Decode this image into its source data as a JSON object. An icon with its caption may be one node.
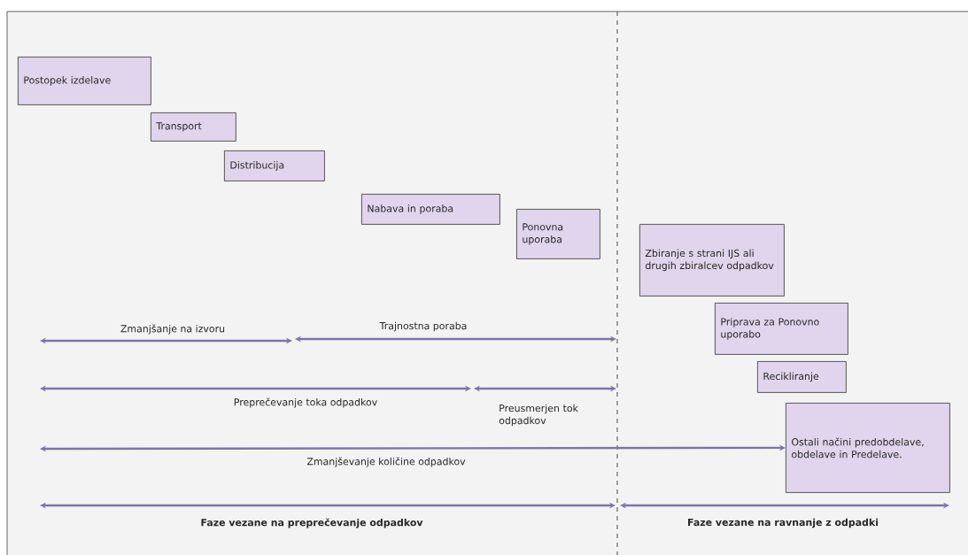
{
  "diagram": {
    "nodes": [
      {
        "text": [
          "Postopek izdelave"
        ]
      },
      {
        "text": [
          "Transport"
        ]
      },
      {
        "text": [
          "Distribucija"
        ]
      },
      {
        "text": [
          "Nabava in poraba"
        ]
      },
      {
        "text": [
          "Ponovna uporaba"
        ]
      },
      {
        "text": [
          "Zbiranje s strani IJS ali drugih zbiralcev odpadkov"
        ]
      },
      {
        "text": [
          "Priprava za Ponovno uporabo"
        ]
      },
      {
        "text": [
          "Recikliranje"
        ]
      },
      {
        "text": [
          "Ostali načini predobdelave, obdelave in Predelave."
        ]
      }
    ],
    "edges": [
      {
        "from": null,
        "to": 8,
        "arrow": "both",
        "label": "Zmanjševanje količine odpadkov"
      }
    ],
    "labels": [
      "Zmanjšanje na izvoru",
      "Trajnostna poraba",
      "Preprečevanje toka odpadkov",
      "Preusmerjen tok odpadkov",
      "Faze vezane na preprečevanje odpadkov",
      "Faze vezane na ravnanje z odpadki"
    ]
  }
}
